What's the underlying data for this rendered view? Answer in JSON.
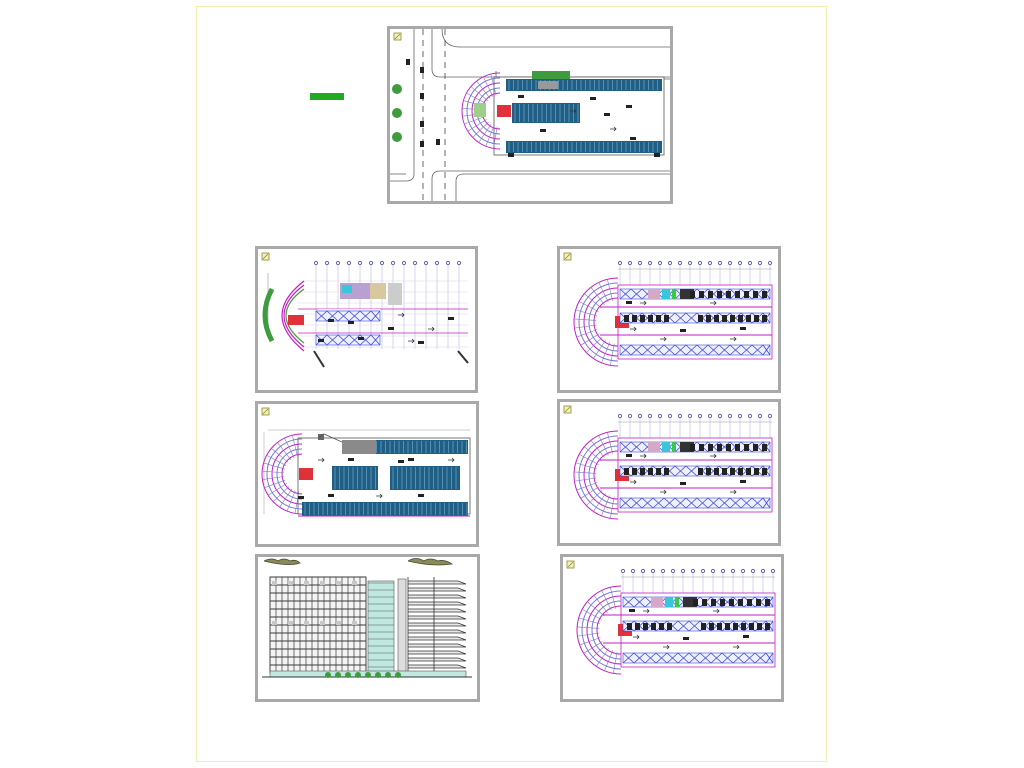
{
  "sheet": {
    "border_color": "#f0eeb0"
  },
  "legend": {
    "color": "#22aa22",
    "name": "green-legend-bar"
  },
  "colors": {
    "frame": "#a9a9a9",
    "parking_fill": "#1f5f86",
    "parking_stripe": "#7fb3d1",
    "lane": "#ffffff",
    "structure_magenta": "#c21fc2",
    "grid_line": "#7a7ad0",
    "ramp_red": "#e0303a",
    "tree_green": "#3e9b3e",
    "x_brace": "#3a49d8",
    "cyan_room": "#39c6d8",
    "green_room": "#33cc44",
    "elevation_dark": "#3a3a3a",
    "glass": "#bfe8e0"
  },
  "panels": [
    {
      "id": "site-plan",
      "type": "site"
    },
    {
      "id": "basement-plan-1",
      "type": "basement-grid"
    },
    {
      "id": "parking-plan-a",
      "type": "parking-braced"
    },
    {
      "id": "parking-plan-b",
      "type": "parking-solid"
    },
    {
      "id": "parking-plan-c",
      "type": "parking-braced"
    },
    {
      "id": "building-elevation",
      "type": "elevation"
    },
    {
      "id": "parking-plan-d",
      "type": "parking-braced"
    }
  ]
}
